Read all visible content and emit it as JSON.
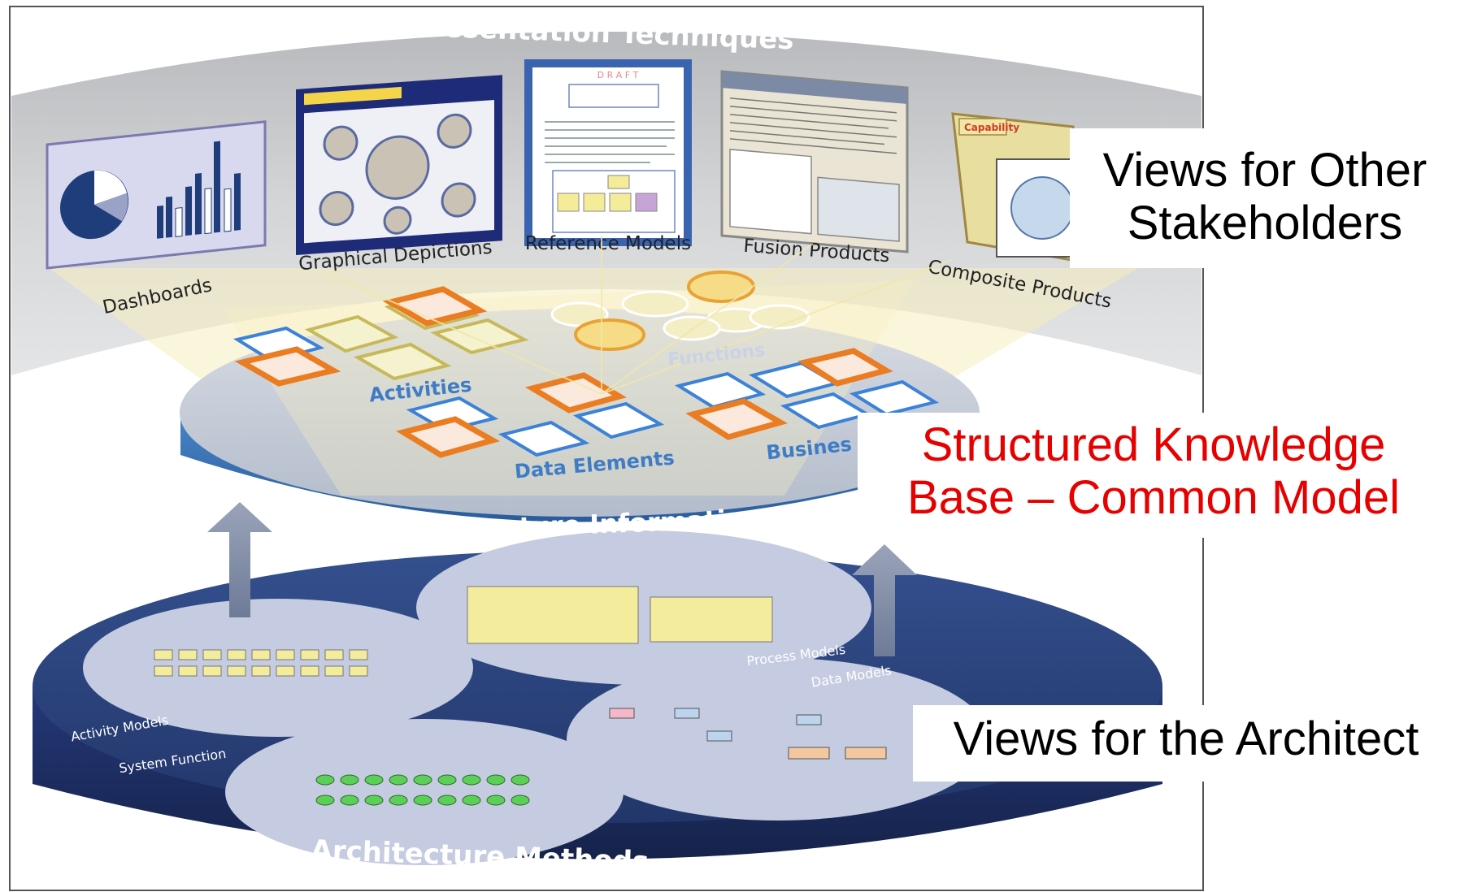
{
  "diagram": {
    "top_band": {
      "title": "Presentation Techniques",
      "products": [
        "Dashboards",
        "Graphical Depictions",
        "Reference Models",
        "Fusion Products",
        "Composite Products"
      ],
      "thumbnail_texts": {
        "capability_tab": "Capability",
        "draft_stamp": "D R A F T"
      }
    },
    "middle_disc": {
      "title": "Architecture Information",
      "labels": {
        "activities": "Activities",
        "functions": "Functions",
        "data_elements": "Data Elements",
        "business": "Busines"
      }
    },
    "bottom_disc": {
      "title": "Architecture Methods",
      "labels": {
        "activity_models": "Activity Models",
        "system_function": "System Function",
        "process_models": "Process Models",
        "data_models": "Data Models"
      }
    },
    "callouts": {
      "other_stakeholders": [
        "Views for Other",
        "Stakeholders"
      ],
      "knowledge_base": [
        "Structured Knowledge",
        "Base – Common Model"
      ],
      "architect": [
        "Views for the Architect"
      ]
    },
    "colors": {
      "band_gray": "#cfd0d2",
      "disc_top": "#c4cad6",
      "disc_edge": "#3b6fb0",
      "methods_disc": "#283d77",
      "accent_orange": "#ef8a2a",
      "knowledge_red": "#e60000",
      "label_blue": "#3f7cc6"
    }
  }
}
